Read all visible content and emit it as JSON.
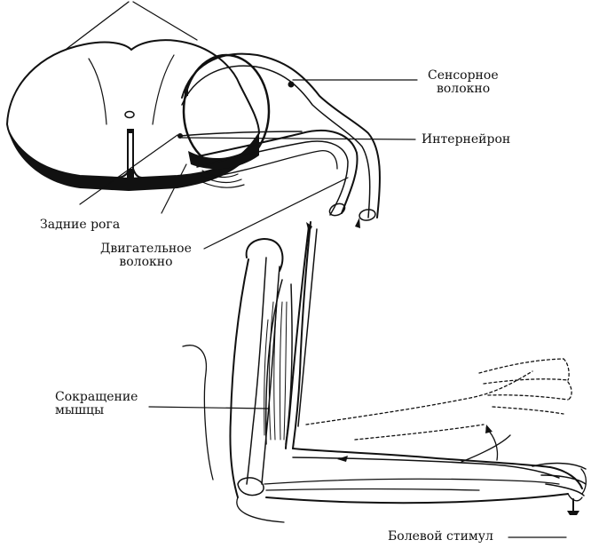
{
  "labels": {
    "sensory_line1": "Сенсорное",
    "sensory_line2": "волокно",
    "interneuron": "Интернейрон",
    "dorsal_horns": "Задние рога",
    "motor_line1": "Двигательное",
    "motor_line2": "волокно",
    "contraction_line1": "Сокращение",
    "contraction_line2": "мышцы",
    "pain_stimulus": "Болевой стимул"
  }
}
